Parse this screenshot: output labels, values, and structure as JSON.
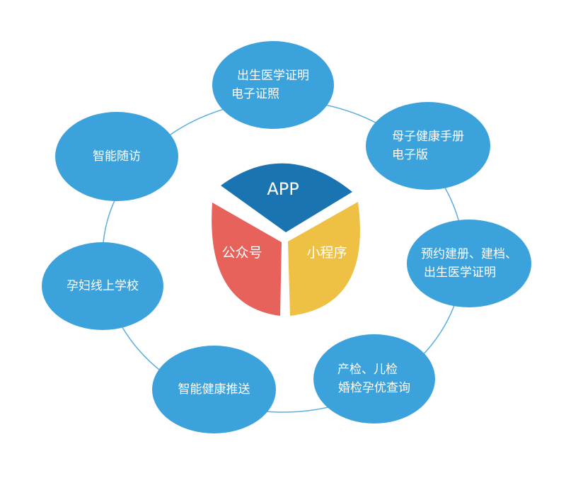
{
  "colors": {
    "node_fill": "#3ba2dc",
    "ring_stroke": "#5aaedf",
    "app": "#1a74b1",
    "gzh": "#e8625c",
    "xcx": "#eec043",
    "label_text": "#ffffff"
  },
  "center": {
    "app": "APP",
    "gongzhonghao": "公众号",
    "xiaochengxu": "小程序"
  },
  "nodes": {
    "birth_cert": {
      "line1": "出生医学证明",
      "line2": "电子证照"
    },
    "mch_handbook": {
      "line1": "母子健康手册",
      "line2": "电子版"
    },
    "booking": {
      "line1": "预约建册、建档、",
      "line2": "出生医学证明"
    },
    "checkup_query": {
      "line1": "产检、儿检",
      "line2": "婚检孕优查询"
    },
    "health_push": {
      "line1": "智能健康推送"
    },
    "online_school": {
      "line1": "孕妇线上学校"
    },
    "followup": {
      "line1": "智能随访"
    }
  }
}
